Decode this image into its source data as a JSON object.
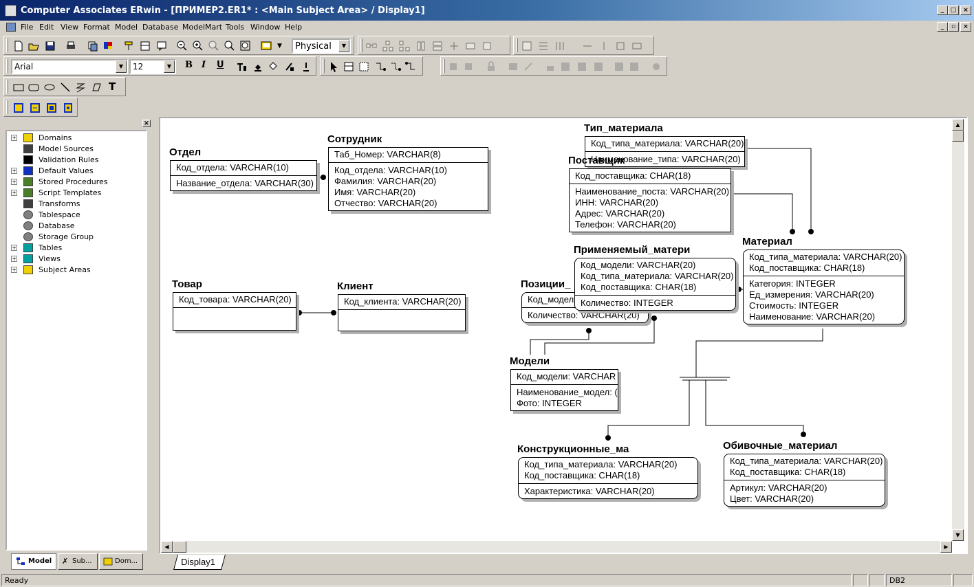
{
  "window": {
    "title": "Computer Associates ERwin - [ПРИМЕР2.ER1* : <Main Subject Area> / Display1]"
  },
  "menu": [
    "File",
    "Edit",
    "View",
    "Format",
    "Model",
    "Database",
    "ModelMart",
    "Tools",
    "Window",
    "Help"
  ],
  "toolbar": {
    "view_mode": "Physical",
    "font_name": "Arial",
    "font_size": "12",
    "bold": "B",
    "italic": "I",
    "underline": "U",
    "text_tool": "T"
  },
  "tree": {
    "items": [
      {
        "label": "Domains",
        "icon": "domains-icon",
        "expandable": true
      },
      {
        "label": "Model Sources",
        "icon": "model-sources-icon",
        "expandable": false
      },
      {
        "label": "Validation Rules",
        "icon": "validation-rules-icon",
        "expandable": false
      },
      {
        "label": "Default Values",
        "icon": "default-values-icon",
        "expandable": true
      },
      {
        "label": "Stored Procedures",
        "icon": "stored-procedures-icon",
        "expandable": true
      },
      {
        "label": "Script Templates",
        "icon": "script-templates-icon",
        "expandable": true
      },
      {
        "label": "Transforms",
        "icon": "transforms-icon",
        "expandable": false
      },
      {
        "label": "Tablespace",
        "icon": "tablespace-icon",
        "expandable": false
      },
      {
        "label": "Database",
        "icon": "database-icon",
        "expandable": false
      },
      {
        "label": "Storage Group",
        "icon": "storage-group-icon",
        "expandable": false
      },
      {
        "label": "Tables",
        "icon": "tables-icon",
        "expandable": true
      },
      {
        "label": "Views",
        "icon": "views-icon",
        "expandable": true
      },
      {
        "label": "Subject Areas",
        "icon": "subject-areas-icon",
        "expandable": true
      }
    ],
    "tabs": [
      "Model",
      "Sub...",
      "Dom..."
    ]
  },
  "entities": {
    "otdel": {
      "name": "Отдел",
      "pk": [
        "Код_отдела: VARCHAR(10)"
      ],
      "attrs": [
        "Название_отдела: VARCHAR(30)"
      ]
    },
    "sotrudnik": {
      "name": "Сотрудник",
      "pk": [
        "Таб_Номер: VARCHAR(8)"
      ],
      "attrs": [
        "Код_отдела: VARCHAR(10)",
        "Фамилия: VARCHAR(20)",
        "Имя: VARCHAR(20)",
        "Отчество: VARCHAR(20)"
      ]
    },
    "tip": {
      "name": "Тип_материала",
      "pk": [
        "Код_типа_материала: VARCHAR(20)"
      ],
      "attrs": [
        "Наименование_типа: VARCHAR(20)"
      ]
    },
    "postavshik": {
      "name": "Поставщик",
      "pk": [
        "Код_поставщика: CHAR(18)"
      ],
      "attrs": [
        "Наименование_поста: VARCHAR(20)",
        "ИНН: VARCHAR(20)",
        "Адрес: VARCHAR(20)",
        "Телефон: VARCHAR(20)"
      ]
    },
    "tovar": {
      "name": "Товар",
      "pk": [
        "Код_товара: VARCHAR(20)"
      ],
      "attrs": []
    },
    "klient": {
      "name": "Клиент",
      "pk": [
        "Код_клиента: VARCHAR(20)"
      ],
      "attrs": []
    },
    "primen": {
      "name": "Применяемый_матери",
      "pk": [
        "Код_модели: VARCHAR(20)",
        "Код_типа_материала: VARCHAR(20)",
        "Код_поставщика: CHAR(18)"
      ],
      "attrs": [
        "Количество: INTEGER"
      ]
    },
    "material": {
      "name": "Материал",
      "pk": [
        "Код_типа_материала: VARCHAR(20)",
        "Код_поставщика: CHAR(18)"
      ],
      "attrs": [
        "Категория: INTEGER",
        "Ед_измерения: VARCHAR(20)",
        "Стоимость: INTEGER",
        "Наименование: VARCHAR(20)"
      ]
    },
    "pozicii": {
      "name": "Позиции_",
      "pk": [
        "Код_модели"
      ],
      "attrs": [
        "Количество: VARCHAR(20)"
      ]
    },
    "modeli": {
      "name": "Модели",
      "pk": [
        "Код_модели: VARCHAR"
      ],
      "attrs": [
        "Наименование_модел: (",
        "Фото: INTEGER"
      ]
    },
    "konstr": {
      "name": "Конструкционные_ма",
      "pk": [
        "Код_типа_материала: VARCHAR(20)",
        "Код_поставщика: CHAR(18)"
      ],
      "attrs": [
        "Характеристика: VARCHAR(20)"
      ]
    },
    "obiv": {
      "name": "Обивочные_материал",
      "pk": [
        "Код_типа_материала: VARCHAR(20)",
        "Код_поставщика: CHAR(18)"
      ],
      "attrs": [
        "Артикул: VARCHAR(20)",
        "Цвет: VARCHAR(20)"
      ]
    }
  },
  "display_tab": "Display1",
  "status": {
    "text": "Ready",
    "db": "DB2"
  }
}
